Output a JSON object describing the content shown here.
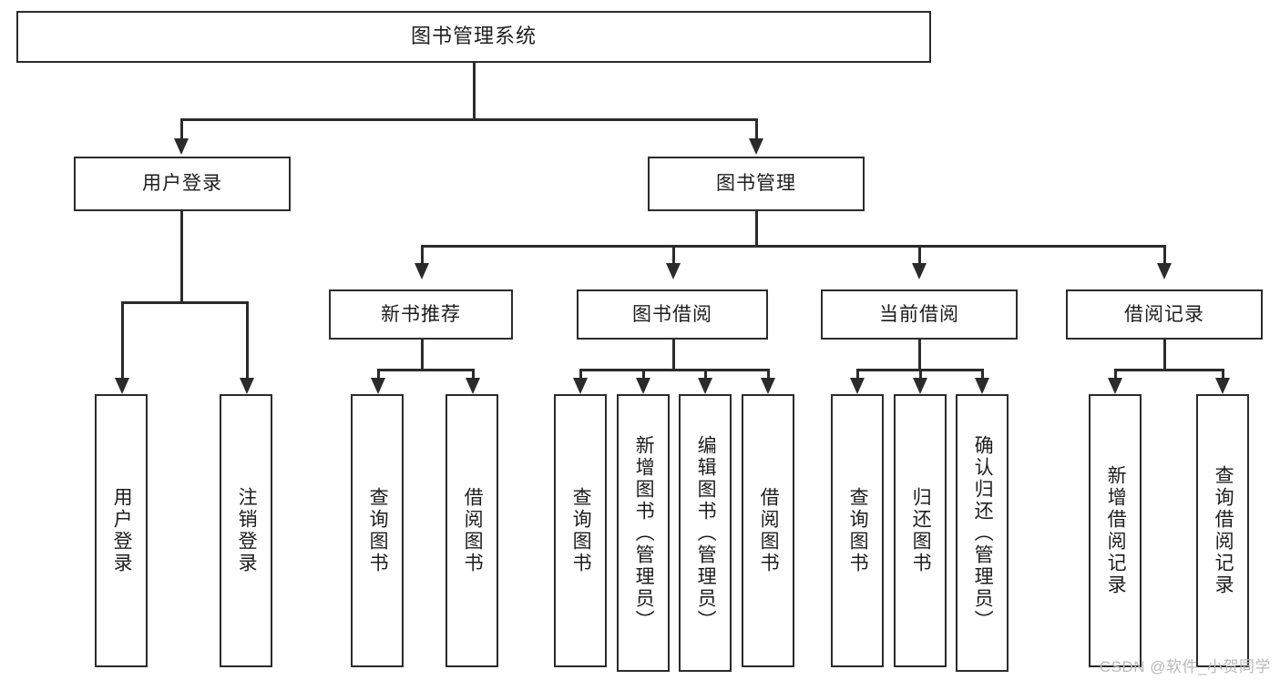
{
  "diagram": {
    "title": "图书管理系统",
    "type": "tree",
    "root": {
      "label": "图书管理系统"
    },
    "level2": [
      {
        "label": "用户登录"
      },
      {
        "label": "图书管理"
      }
    ],
    "level3": [
      {
        "label": "新书推荐"
      },
      {
        "label": "图书借阅"
      },
      {
        "label": "当前借阅"
      },
      {
        "label": "借阅记录"
      }
    ],
    "leaves": {
      "user_login": [
        {
          "label": "用户登录"
        },
        {
          "label": "注销登录"
        }
      ],
      "new_book_recommend": [
        {
          "label": "查询图书"
        },
        {
          "label": "借阅图书"
        }
      ],
      "book_borrow": [
        {
          "label": "查询图书"
        },
        {
          "label": "新增图书（管理员）"
        },
        {
          "label": "编辑图书（管理员）"
        },
        {
          "label": "借阅图书"
        }
      ],
      "current_borrow": [
        {
          "label": "查询图书"
        },
        {
          "label": "归还图书"
        },
        {
          "label": "确认归还（管理员）"
        }
      ],
      "borrow_records": [
        {
          "label": "新增借阅记录"
        },
        {
          "label": "查询借阅记录"
        }
      ]
    }
  },
  "watermark": {
    "text": "CSDN @软件_小贺同学"
  },
  "colors": {
    "line": "#2b2b2b",
    "box_fill": "#ffffff",
    "text": "#1d1d1d",
    "watermark": "#b9b9b9"
  }
}
